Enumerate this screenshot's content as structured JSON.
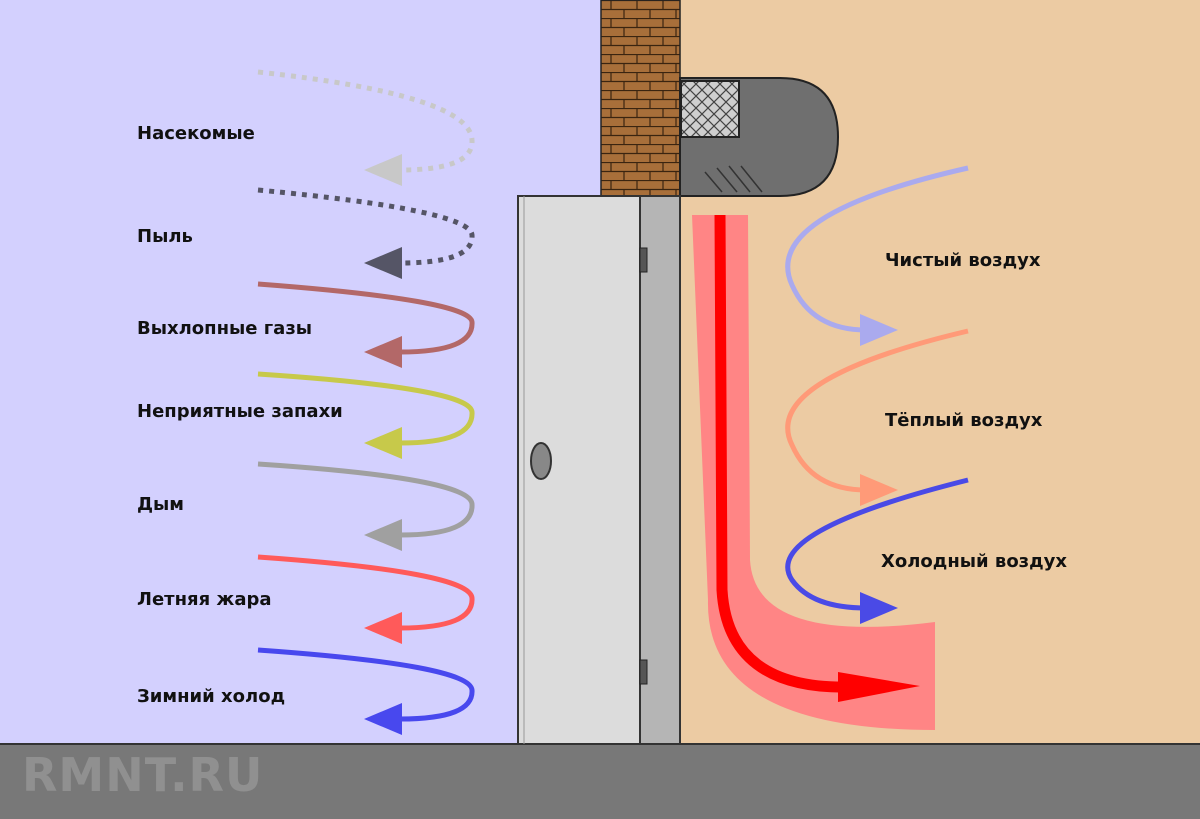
{
  "outside_labels": [
    "Насекомые",
    "Пыль",
    "Выхлопные газы",
    "Неприятные запахи",
    "Дым",
    "Летняя жара",
    "Зимний холод"
  ],
  "inside_labels": [
    "Чистый воздух",
    "Тёплый воздух",
    "Холодный воздух"
  ],
  "watermark": "RMNT.RU",
  "colors": {
    "outside_bg": "#d3d0fe",
    "inside_bg": "#eccba3",
    "floor": "#787878",
    "door": "#dcdcdc",
    "door_frame": "#b5b5b5",
    "brick": "#a86f3a",
    "curtain_housing": "#6f6f6f",
    "curtain_flow": "#ff8585",
    "curtain_core": "#ff0000",
    "insects": "#c8c8c8",
    "dust": "#555566",
    "exhaust": "#b36868",
    "odors": "#c7c94a",
    "smoke": "#a0a0a0",
    "summer_heat": "#ff5a5a",
    "winter_cold": "#4848ee",
    "clean_air": "#aaaaee",
    "warm_air": "#ff9a78",
    "cold_air": "#4a4ae6"
  }
}
